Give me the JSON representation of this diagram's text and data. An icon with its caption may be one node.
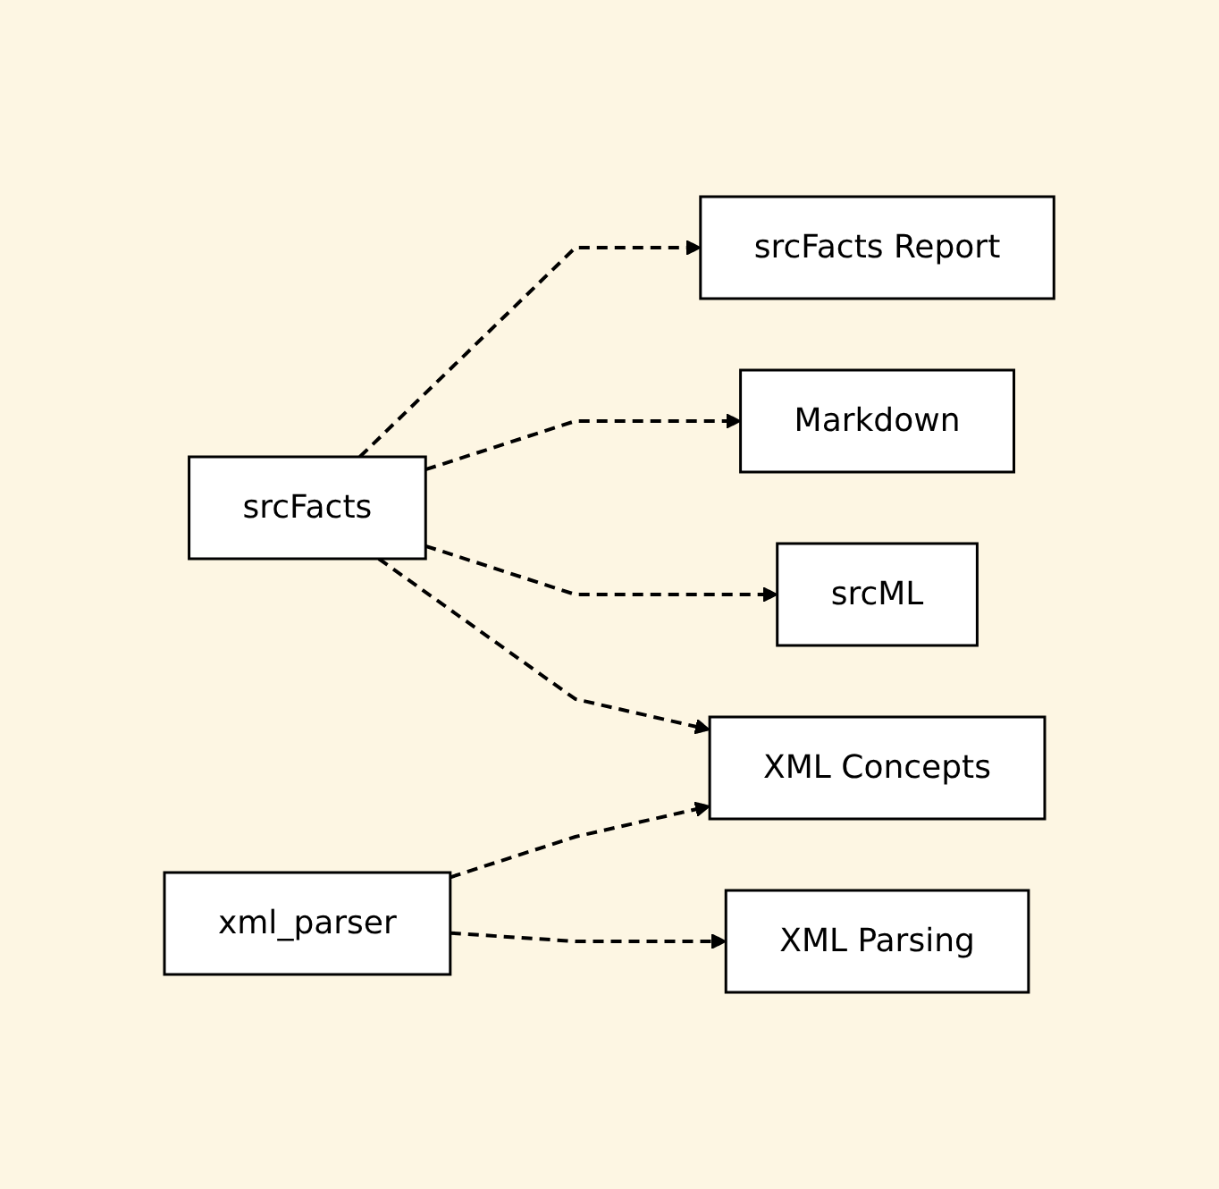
{
  "diagram": {
    "nodes": [
      {
        "text": [
          "srcFacts"
        ]
      },
      {
        "text": [
          "xml_parser"
        ]
      },
      {
        "text": [
          "srcFacts Report"
        ]
      },
      {
        "text": [
          "Markdown"
        ]
      },
      {
        "text": [
          "srcML"
        ]
      },
      {
        "text": [
          "XML Concepts"
        ]
      },
      {
        "text": [
          "XML Parsing"
        ]
      }
    ],
    "edges": [
      {
        "from": 0,
        "to": 2,
        "arrow": "to",
        "style": "dashed"
      },
      {
        "from": 0,
        "to": 3,
        "arrow": "to",
        "style": "dashed"
      },
      {
        "from": 0,
        "to": 4,
        "arrow": "to",
        "style": "dashed"
      },
      {
        "from": 0,
        "to": 5,
        "arrow": "to",
        "style": "dashed"
      },
      {
        "from": 1,
        "to": 5,
        "arrow": "to",
        "style": "dashed"
      },
      {
        "from": 1,
        "to": 6,
        "arrow": "to",
        "style": "dashed"
      }
    ]
  }
}
